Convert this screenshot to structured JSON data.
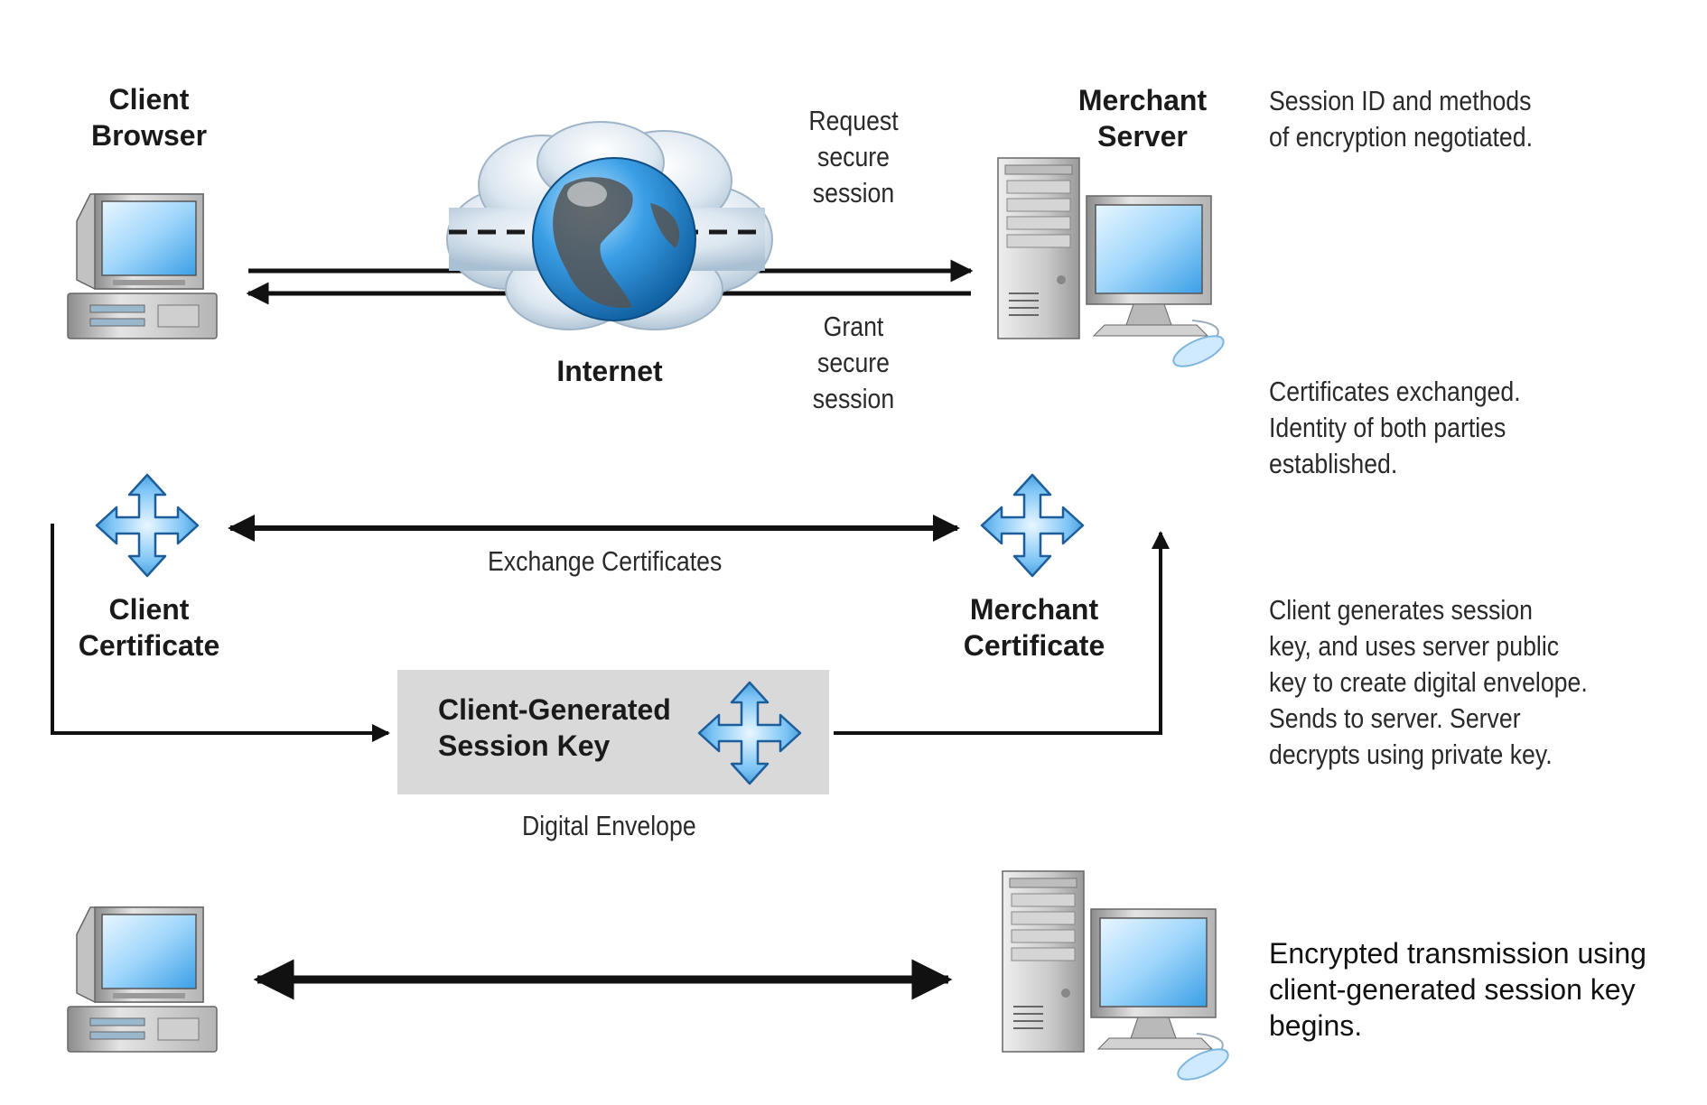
{
  "labels": {
    "client_browser": [
      "Client",
      "Browser"
    ],
    "merchant_server": [
      "Merchant",
      "Server"
    ],
    "internet": "Internet",
    "request": [
      "Request",
      "secure",
      "session"
    ],
    "grant": [
      "Grant",
      "secure",
      "session"
    ],
    "exchange_certificates": "Exchange Certificates",
    "client_certificate": [
      "Client",
      "Certificate"
    ],
    "merchant_certificate": [
      "Merchant",
      "Certificate"
    ],
    "session_key": [
      "Client-Generated",
      "Session Key"
    ],
    "digital_envelope": "Digital Envelope"
  },
  "notes": {
    "step1": [
      "Session ID and methods",
      "of encryption negotiated."
    ],
    "step2": [
      "Certificates exchanged.",
      "Identity of both parties",
      "established."
    ],
    "step3": [
      "Client generates session",
      "key, and uses server public",
      "key to create digital envelope.",
      "Sends to server.  Server",
      "decrypts using private key."
    ],
    "step4": [
      "Encrypted transmission using",
      "client-generated session key",
      "begins."
    ]
  },
  "icons": {
    "client_pc": "desktop-computer-icon",
    "server": "server-tower-icon",
    "globe": "internet-globe-icon",
    "certificate": "four-way-arrow-certificate-icon"
  },
  "colors": {
    "accent_blue": "#3b9fe6",
    "envelope_gray": "#d9d9d9",
    "arrow": "#111111"
  }
}
